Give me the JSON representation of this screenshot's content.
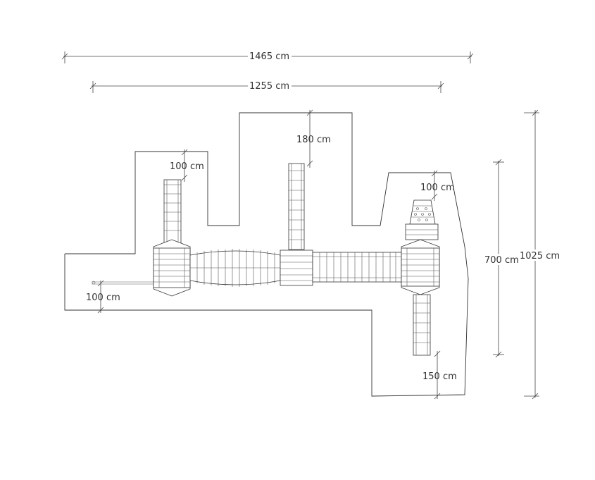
{
  "dimensions": {
    "overall_width": "1465 cm",
    "inner_width": "1255 cm",
    "top_offset": "180 cm",
    "left_tower_clearance": "100 cm",
    "right_tower_clearance": "100 cm",
    "left_side_clearance": "100 cm",
    "right_bottom_clearance": "150 cm",
    "right_height": "700 cm",
    "overall_height": "1025 cm"
  }
}
